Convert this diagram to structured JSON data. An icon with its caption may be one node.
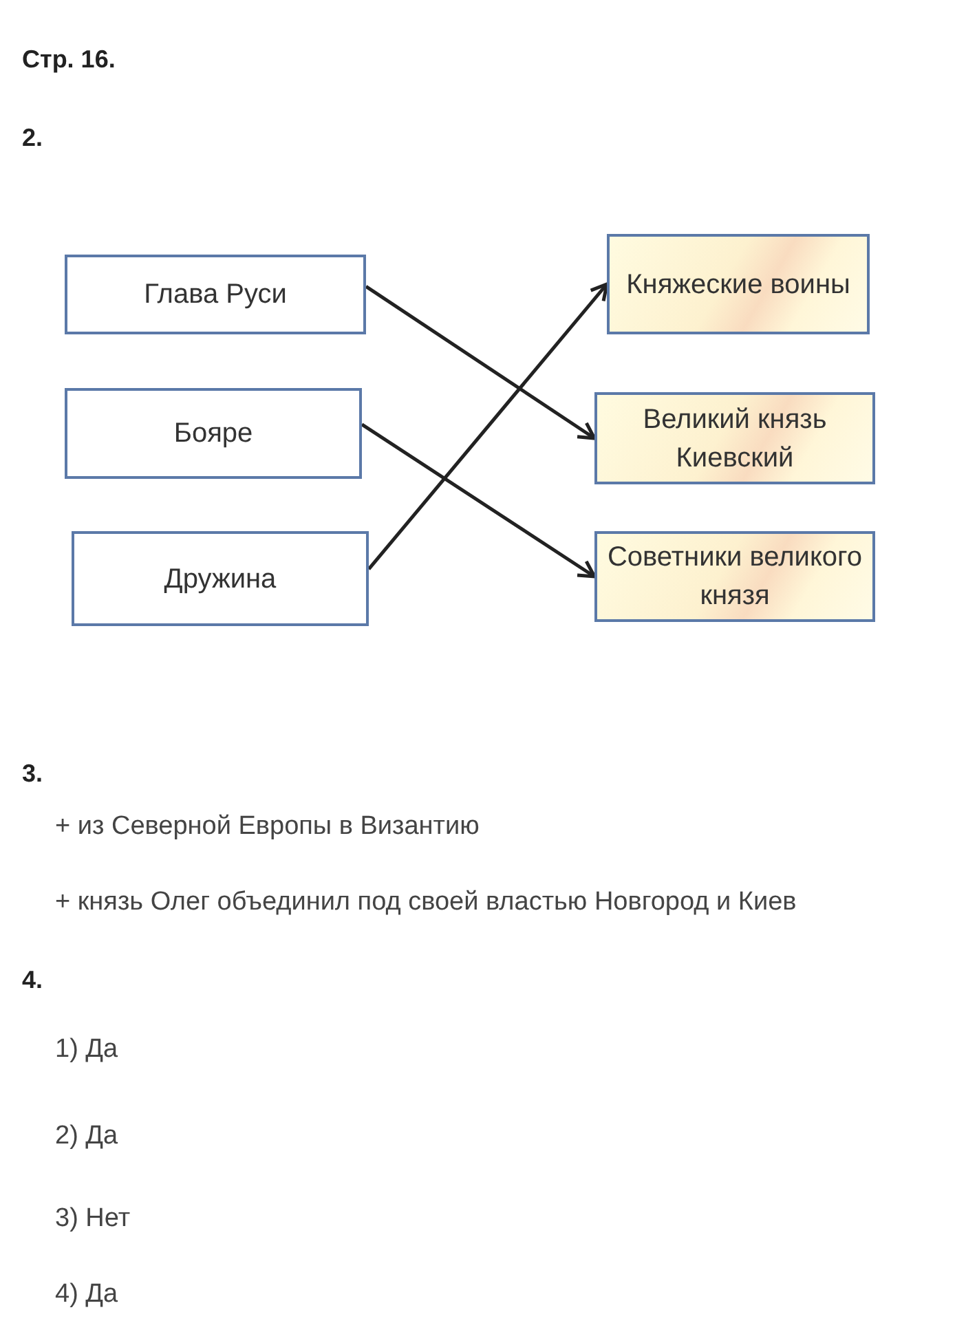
{
  "diagram": {
    "title": "Стр. 16.",
    "nodes": [
      {
        "text": [
          "Глава Руси"
        ]
      },
      {
        "text": [
          "Бояре"
        ]
      },
      {
        "text": [
          "Дружина"
        ]
      },
      {
        "text": [
          "Княжеские воины"
        ]
      },
      {
        "text": [
          "Великий князь Киевский"
        ]
      },
      {
        "text": [
          "Советники великого князя"
        ]
      }
    ],
    "edges": [
      {
        "from": 0,
        "to": 4,
        "arrow": "to"
      },
      {
        "from": 1,
        "to": 5,
        "arrow": "to"
      },
      {
        "from": 2,
        "to": 3,
        "arrow": "to"
      }
    ],
    "labels": [
      "2.",
      "3.",
      "+ из Северной Европы в Византию",
      "+ князь Олег объединил под своей властью Новгород и Киев",
      "4.",
      "1) Да",
      "2) Да",
      "3) Нет",
      "4) Да"
    ]
  }
}
